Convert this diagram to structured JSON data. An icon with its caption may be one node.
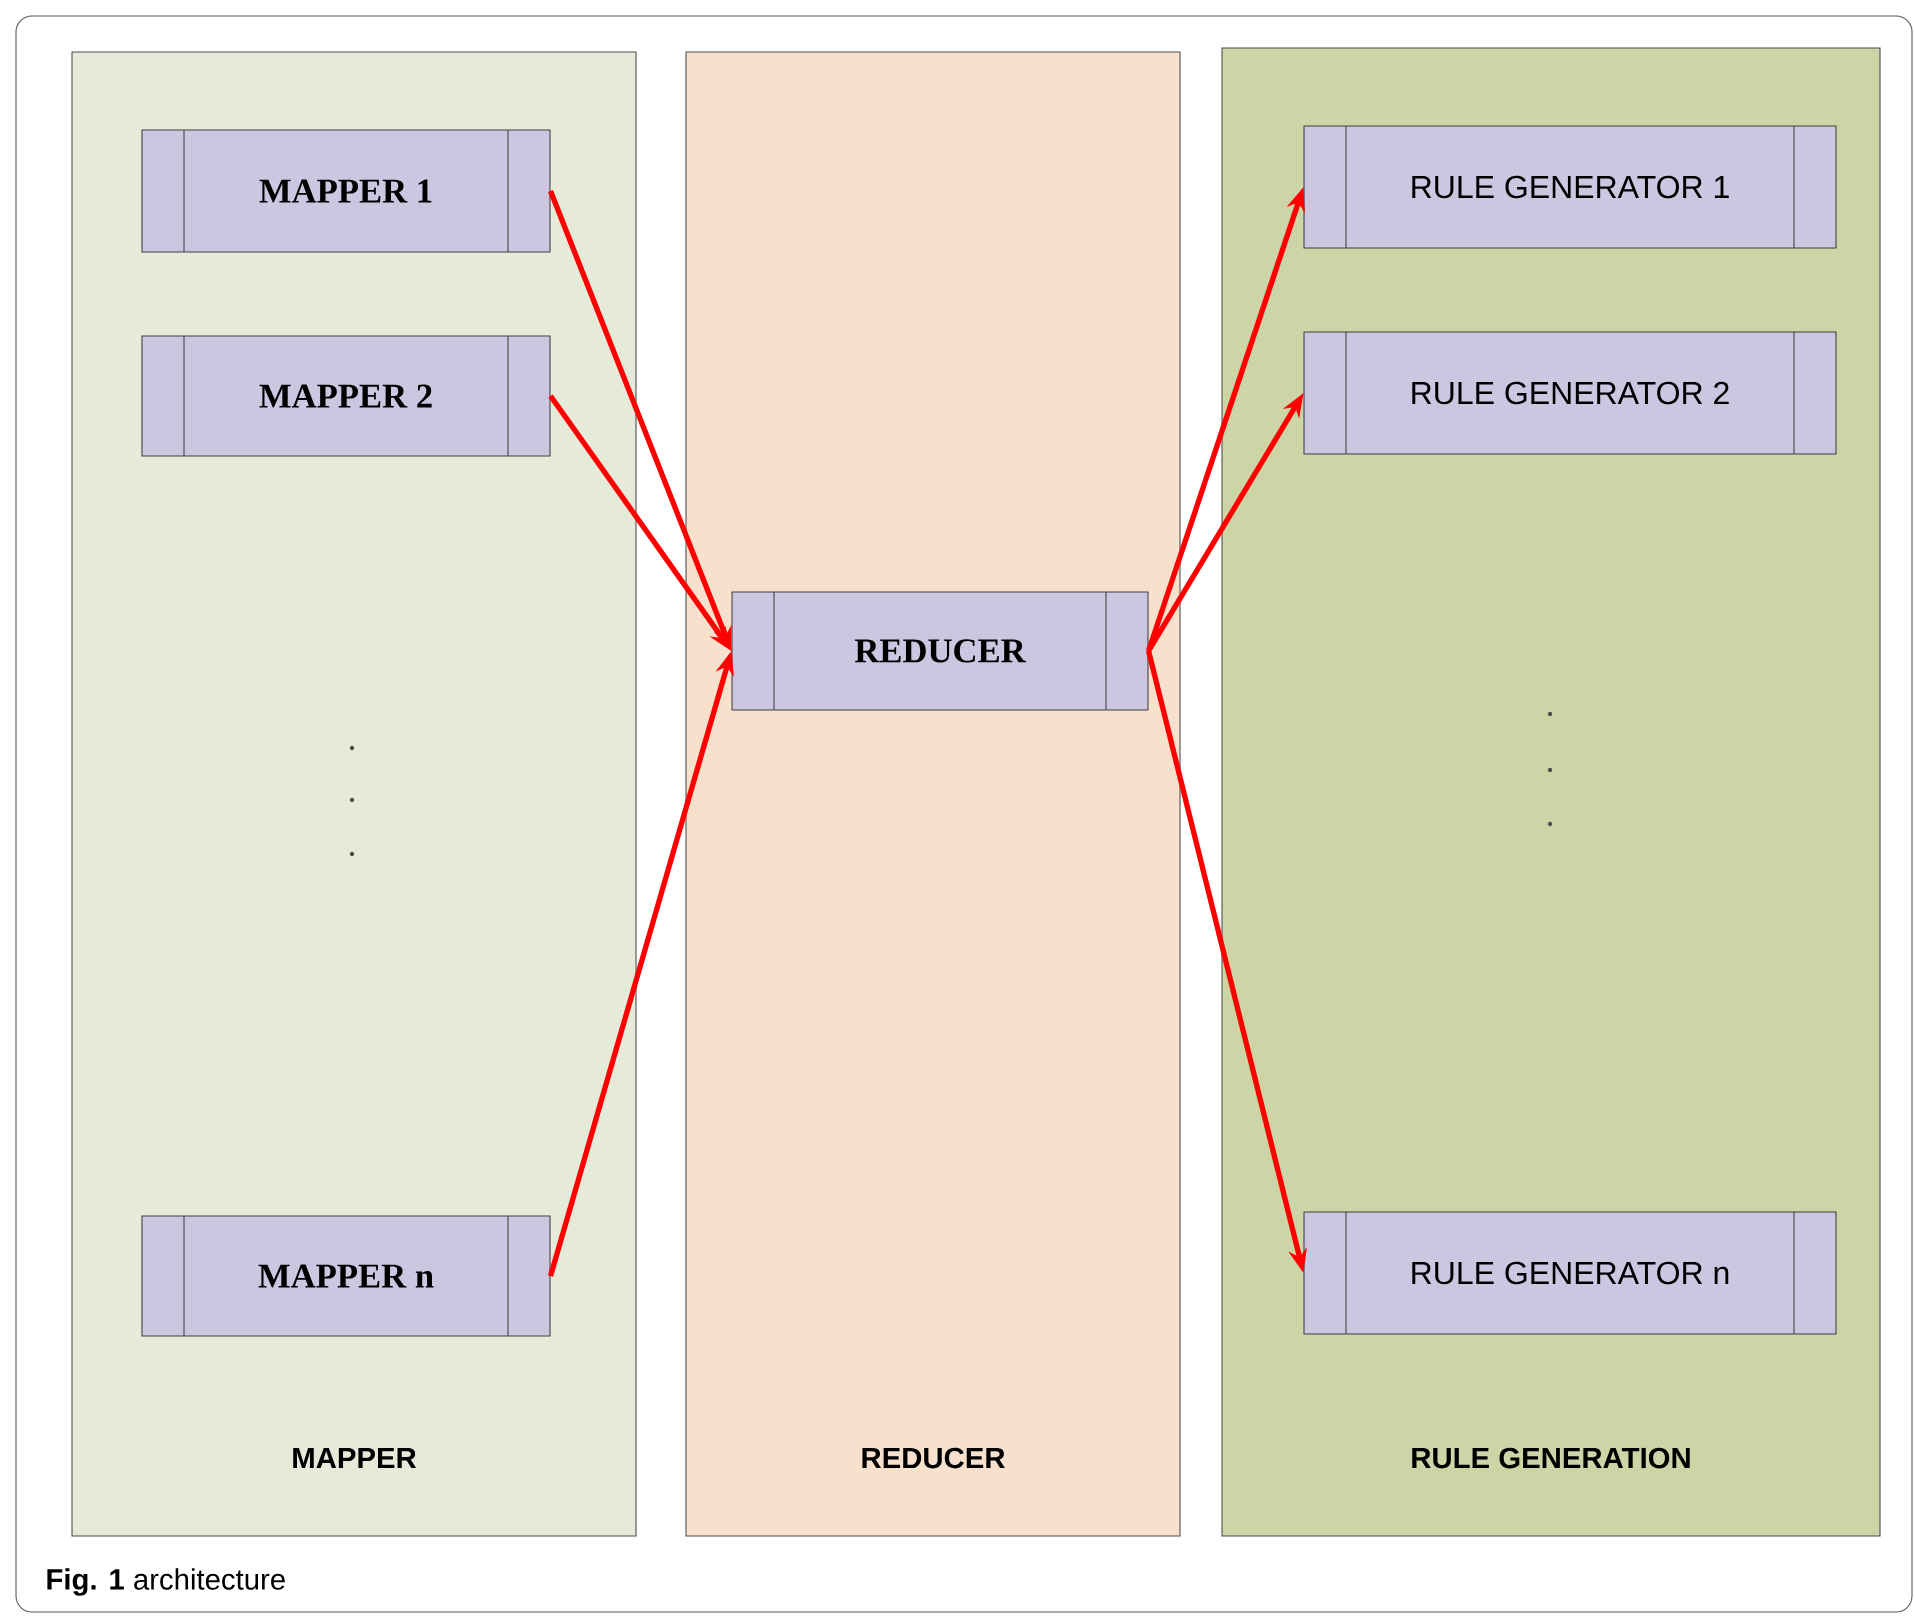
{
  "diagram": {
    "caption": "**Fig. 1** architecture",
    "nodes": [
      {
        "text": [
          "MAPPER"
        ]
      },
      {
        "text": [
          "MAPPER 1"
        ],
        "in": 0
      },
      {
        "text": [
          "MAPPER 2"
        ],
        "in": 0
      },
      {
        "text": [
          "MAPPER n"
        ],
        "in": 0
      },
      {
        "text": [
          "REDUCER"
        ]
      },
      {
        "text": [
          "REDUCER"
        ],
        "in": 4
      },
      {
        "text": [
          "RULE GENERATION"
        ]
      },
      {
        "text": [
          "RULE GENERATOR 1"
        ],
        "in": 6
      },
      {
        "text": [
          "RULE GENERATOR 2"
        ],
        "in": 6
      },
      {
        "text": [
          "RULE GENERATOR n"
        ],
        "in": 6
      }
    ],
    "edges": [
      {
        "from": 1,
        "to": 5,
        "arrow": "to"
      },
      {
        "from": 2,
        "to": 5,
        "arrow": "to"
      },
      {
        "from": 3,
        "to": 5,
        "arrow": "to"
      },
      {
        "from": 5,
        "to": 7,
        "arrow": "to"
      },
      {
        "from": 5,
        "to": 8,
        "arrow": "to"
      },
      {
        "from": 5,
        "to": 9,
        "arrow": "to"
      }
    ]
  }
}
